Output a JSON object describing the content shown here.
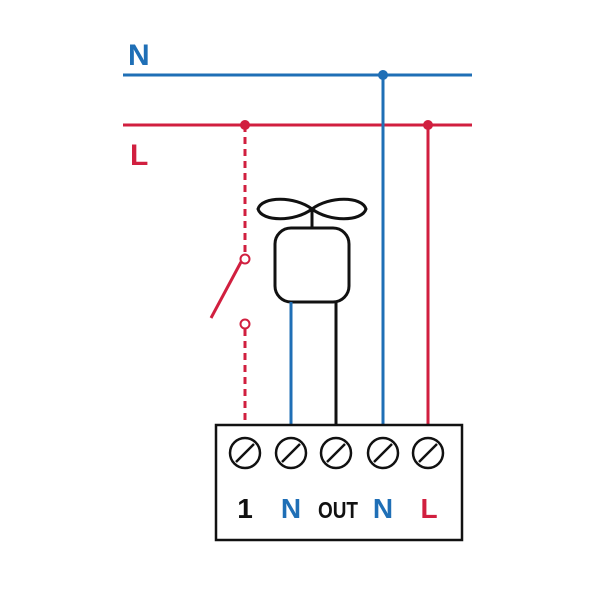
{
  "colors": {
    "neutral": "#1f6fb6",
    "live": "#d11f3f",
    "ink": "#111111",
    "background": "#ffffff"
  },
  "lines": {
    "neutral_label": "N",
    "live_label": "L"
  },
  "device": {
    "icon": "ceiling-fan-icon"
  },
  "switch": {
    "icon": "switch-icon"
  },
  "terminals": [
    {
      "label": "1",
      "color": "#111111"
    },
    {
      "label": "N",
      "color": "#1f6fb6"
    },
    {
      "label": "OUT",
      "color": "#111111"
    },
    {
      "label": "N",
      "color": "#1f6fb6"
    },
    {
      "label": "L",
      "color": "#d11f3f"
    }
  ]
}
